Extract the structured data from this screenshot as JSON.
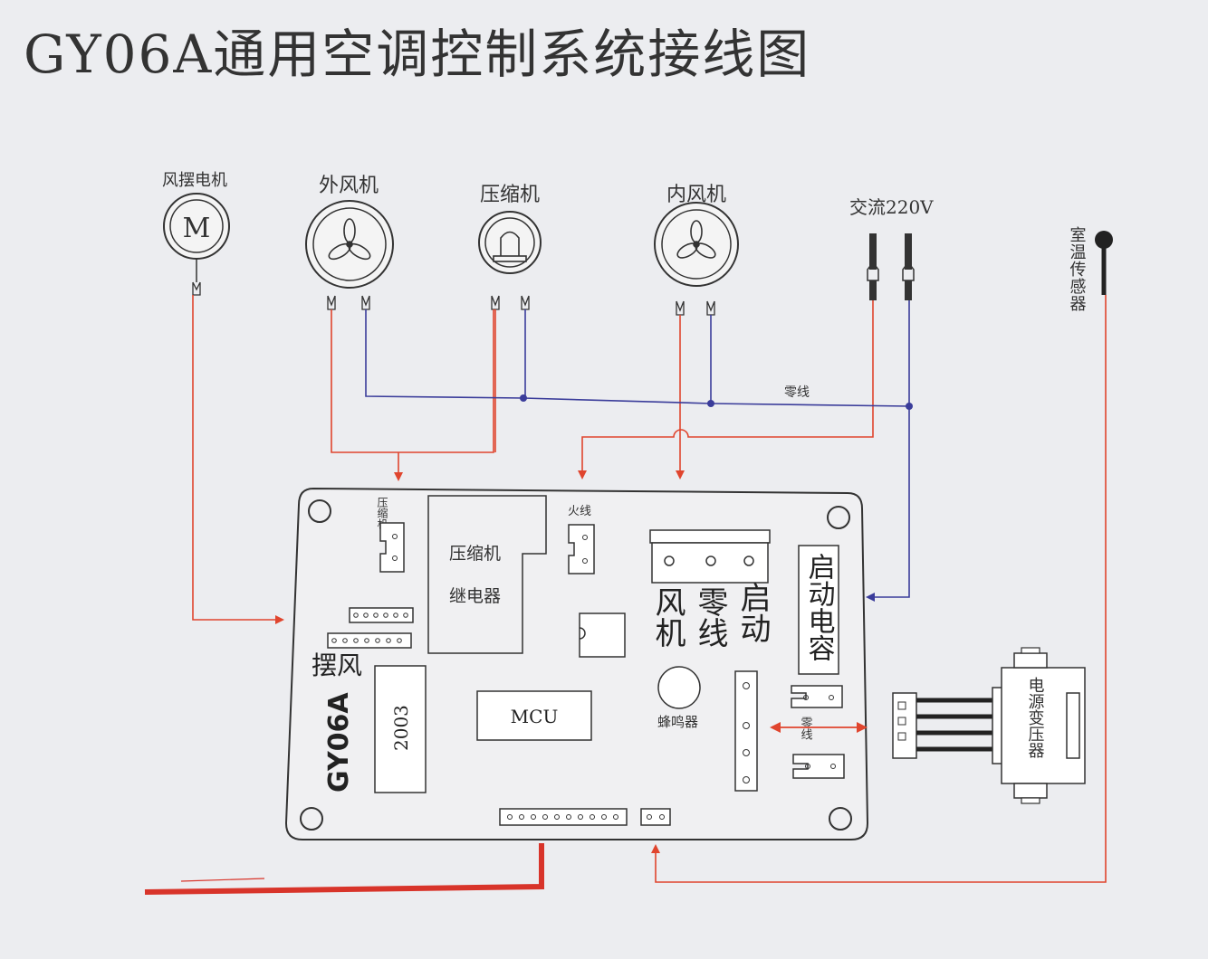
{
  "title": "GY06A通用空调控制系统接线图",
  "components": {
    "swing_motor": {
      "label": "风摆电机",
      "symbol": "M"
    },
    "outdoor_fan": {
      "label": "外风机"
    },
    "compressor": {
      "label": "压缩机"
    },
    "indoor_fan": {
      "label": "内风机"
    },
    "ac_power": {
      "label": "交流220V"
    },
    "room_sensor": {
      "label": "室温传感器"
    },
    "transformer": {
      "label": "电源变压器"
    }
  },
  "wires": {
    "neutral_label": "零线"
  },
  "board": {
    "model": "GY06A",
    "compressor_terminal": "压缩机",
    "live_terminal": "火线",
    "relay_line1": "压缩机",
    "relay_line2": "继电器",
    "fan_terminal": "风机",
    "neutral_terminal": "零线",
    "start_terminal": "启动",
    "start_capacitor": "启动电容",
    "swing_label": "摆风",
    "driver_chip": "2003",
    "mcu": "MCU",
    "buzzer": "蜂鸣器",
    "neutral_small": "零线"
  },
  "colors": {
    "live": "#e0452e",
    "neutral": "#3a3c9a",
    "line": "#2a2a2a"
  }
}
